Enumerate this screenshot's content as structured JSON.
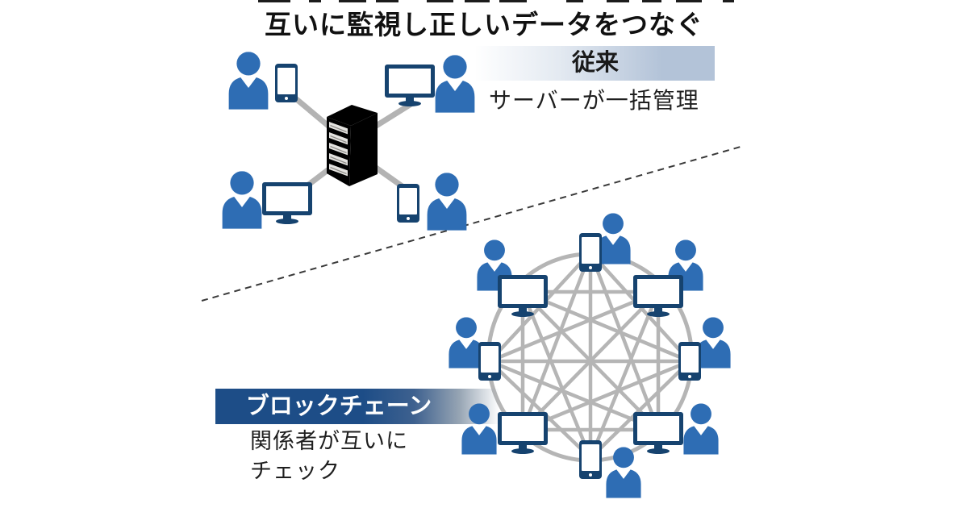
{
  "page": {
    "title": "互いに監視し正しいデータをつなぐ",
    "background": "#ffffff"
  },
  "colors": {
    "person_blue": "#2e6db4",
    "device_navy": "#16436f",
    "link_gray": "#b3b3b3",
    "mesh_gray": "#b5b5b5",
    "divider_dark": "#3a3a3a",
    "juurai_bar_blue": "#b3c3d8",
    "blockchain_bar_blue": "#1d4d87",
    "server_front": "#2d2a25",
    "server_side": "#4c463d",
    "server_top": "#3e3932",
    "server_slot": "#e4e3e0"
  },
  "traditional": {
    "header_label": "従来",
    "caption": "サーバーが一括管理",
    "center_node": "server",
    "users": [
      {
        "device": "phone",
        "position": "top-left"
      },
      {
        "device": "monitor",
        "position": "top-right"
      },
      {
        "device": "monitor",
        "position": "bottom-left"
      },
      {
        "device": "phone",
        "position": "bottom-right"
      }
    ]
  },
  "blockchain": {
    "header_label": "ブロックチェーン",
    "caption_lines": [
      "関係者が互いに",
      "チェック"
    ],
    "topology": "full-mesh",
    "users": [
      {
        "device": "phone",
        "position": "top"
      },
      {
        "device": "monitor",
        "position": "top-right"
      },
      {
        "device": "phone",
        "position": "right"
      },
      {
        "device": "monitor",
        "position": "bottom-right"
      },
      {
        "device": "phone",
        "position": "bottom"
      },
      {
        "device": "monitor",
        "position": "bottom-left"
      },
      {
        "device": "phone",
        "position": "left"
      },
      {
        "device": "monitor",
        "position": "top-left"
      }
    ]
  }
}
